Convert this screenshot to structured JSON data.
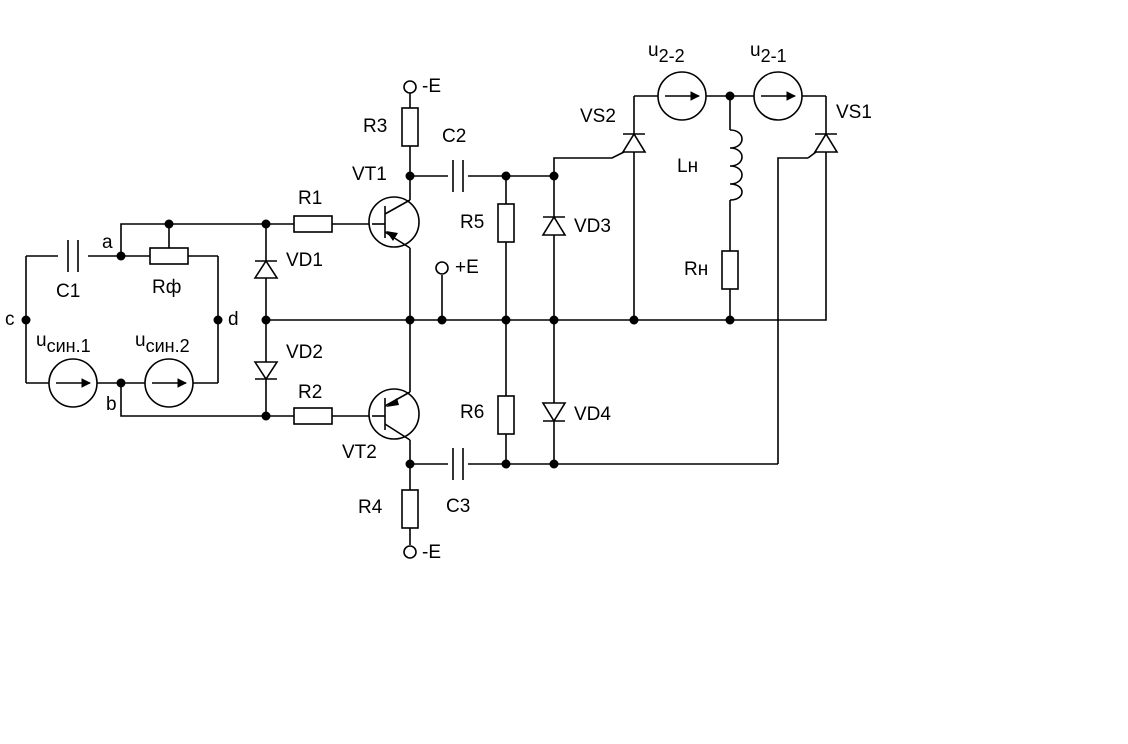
{
  "labels": {
    "c1": "C1",
    "c2": "C2",
    "c3": "C3",
    "r1": "R1",
    "r2": "R2",
    "r3": "R3",
    "r4": "R4",
    "r5": "R5",
    "r6": "R6",
    "rf": "Rф",
    "vd1": "VD1",
    "vd2": "VD2",
    "vd3": "VD3",
    "vd4": "VD4",
    "vt1": "VT1",
    "vt2": "VT2",
    "vs1": "VS1",
    "vs2": "VS2",
    "ln": "Lн",
    "rn": "Rн",
    "node_a": "a",
    "node_b": "b",
    "node_c": "c",
    "node_d": "d",
    "minus_e_top": "-E",
    "minus_e_bottom": "-E",
    "plus_e": "+E",
    "usin1": {
      "main": "u",
      "sub": "син.1"
    },
    "usin2": {
      "main": "u",
      "sub": "син.2"
    },
    "u22": {
      "main": "u",
      "sub": "2-2"
    },
    "u21": {
      "main": "u",
      "sub": "2-1"
    }
  }
}
